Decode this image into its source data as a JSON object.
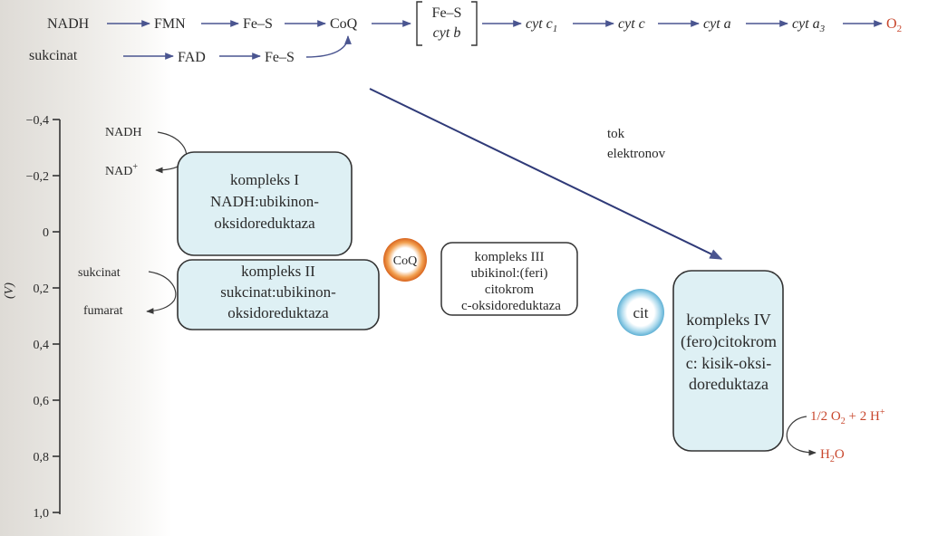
{
  "chain": {
    "nadh": "NADH",
    "fmn": "FMN",
    "fes1": "Fe–S",
    "coq": "CoQ",
    "bracket_top": "Fe–S",
    "bracket_bottom": "cyt b",
    "cytc1": "cyt c",
    "cytc1_sub": "1",
    "cytc": "cyt c",
    "cyta": "cyt a",
    "cyta3": "cyt a",
    "cyta3_sub": "3",
    "o2": "O",
    "o2_sub": "2",
    "succinate": "sukcinat",
    "fad": "FAD",
    "fes2": "Fe–S"
  },
  "axis": {
    "ticks": [
      "−0,4",
      "−0,2",
      "0",
      "0,2",
      "0,4",
      "0,6",
      "0,8",
      "1,0"
    ],
    "tick_values": [
      -0.4,
      -0.2,
      0,
      0.2,
      0.4,
      0.6,
      0.8,
      1.0
    ],
    "label": "(V)"
  },
  "labels": {
    "nadh": "NADH",
    "nad": "NAD",
    "nad_sup": "+",
    "succinate": "sukcinat",
    "fumarate": "fumarat",
    "flow_line1": "tok",
    "flow_line2": "elektronov",
    "coq": "CoQ",
    "cit": "cit"
  },
  "complexes": {
    "c1": [
      "kompleks I",
      "NADH:ubikinon-",
      "oksidoreduktaza"
    ],
    "c2": [
      "kompleks II",
      "sukcinat:ubikinon-",
      "oksidoreduktaza"
    ],
    "c3": [
      "kompleks III",
      "ubikinol:(feri)",
      "citokrom",
      "c-oksidoreduktaza"
    ],
    "c4": [
      "kompleks IV",
      "(fero)citokrom",
      "c: kisik-oksi-",
      "doreduktaza"
    ]
  },
  "products": {
    "half": "1/2",
    "o": "O",
    "o_sub": "2",
    "plus": " + 2 H",
    "h_sup": "+",
    "h2o_h": "H",
    "h2o_sub": "2",
    "h2o_o": "O"
  },
  "colors": {
    "box_fill": "#def0f4",
    "arrow": "#4a5590",
    "red_text": "#c8462c",
    "coq_ring": "#e07a2a",
    "cit_ring": "#7fc0dc"
  }
}
